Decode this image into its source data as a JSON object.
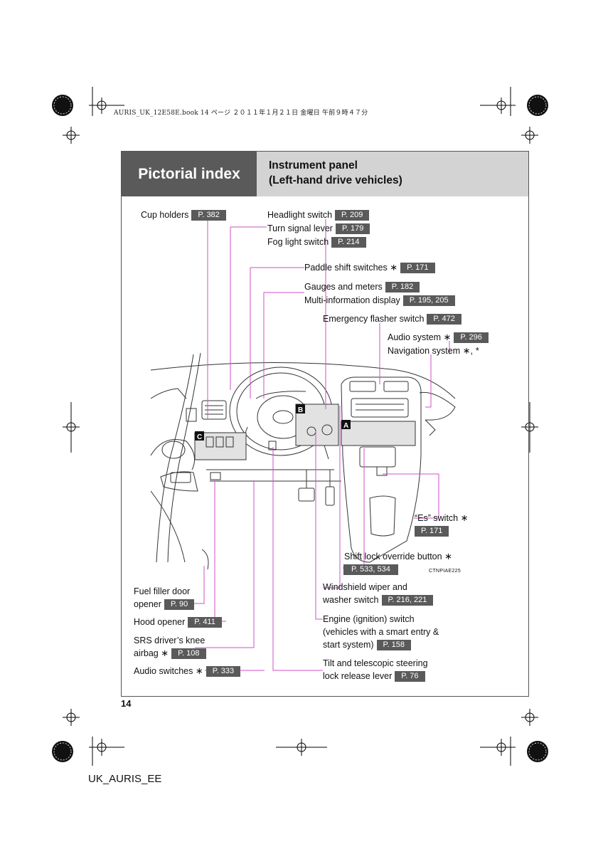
{
  "print_header": "AURIS_UK_12E58E.book  14 ページ  ２０１１年１月２１日  金曜日  午前９時４７分",
  "title": {
    "section": "Pictorial index",
    "subtitle_line1": "Instrument panel",
    "subtitle_line2": "(Left-hand drive vehicles)"
  },
  "labels": {
    "cup_holders": {
      "text": "Cup holders",
      "page": "P. 382"
    },
    "headlight": {
      "text": "Headlight switch",
      "page": "P. 209"
    },
    "turn_signal": {
      "text": "Turn signal lever",
      "page": "P. 179"
    },
    "fog_light": {
      "text": "Fog light switch",
      "page": "P. 214"
    },
    "paddle": {
      "text": "Paddle shift switches",
      "asterisk": "∗",
      "page": "P. 171"
    },
    "gauges": {
      "text": "Gauges and meters",
      "page": "P. 182"
    },
    "multi_info": {
      "text": "Multi-information display",
      "page": "P. 195, 205"
    },
    "emergency": {
      "text": "Emergency flasher switch",
      "page": "P. 472"
    },
    "audio_system": {
      "text": "Audio system",
      "asterisk": "∗",
      "page": "P. 296"
    },
    "navigation": {
      "text": "Navigation system",
      "asterisk": "∗, *"
    },
    "es_switch": {
      "text": "“Es” switch",
      "asterisk": "∗",
      "page": "P. 171"
    },
    "shift_lock": {
      "text": "Shift lock override button",
      "asterisk": "∗",
      "page": "P. 533, 534"
    },
    "wiper_line1": "Windshield wiper and",
    "wiper_line2": {
      "text": "washer switch",
      "page": "P. 216, 221"
    },
    "engine_line1": "Engine (ignition) switch",
    "engine_line2": "(vehicles with a smart entry &",
    "engine_line3": {
      "text": "start system)",
      "page": "P. 158"
    },
    "tilt_line1": "Tilt and telescopic steering",
    "tilt_line2": {
      "text": "lock release lever",
      "page": "P. 76"
    },
    "fuel_line1": "Fuel filler door",
    "fuel_line2": {
      "text": "opener",
      "page": "P. 90"
    },
    "hood": {
      "text": "Hood opener",
      "page": "P. 411"
    },
    "srs_line1": "SRS driver’s knee",
    "srs_line2": {
      "text": "airbag",
      "asterisk": "∗",
      "page": "P. 108"
    },
    "audio_switches": {
      "text": "Audio switches",
      "asterisk": "∗",
      "page": "P. 333"
    }
  },
  "callouts": {
    "a": "A",
    "b": "B",
    "c": "C"
  },
  "image_code": "CTNPIAE225",
  "page_number": "14",
  "footer": "UK_AURIS_EE",
  "colors": {
    "leader": "#d24fc9",
    "title_dark": "#5a5a5a",
    "title_light": "#d3d3d3",
    "page_tag": "#5a5a5a"
  }
}
